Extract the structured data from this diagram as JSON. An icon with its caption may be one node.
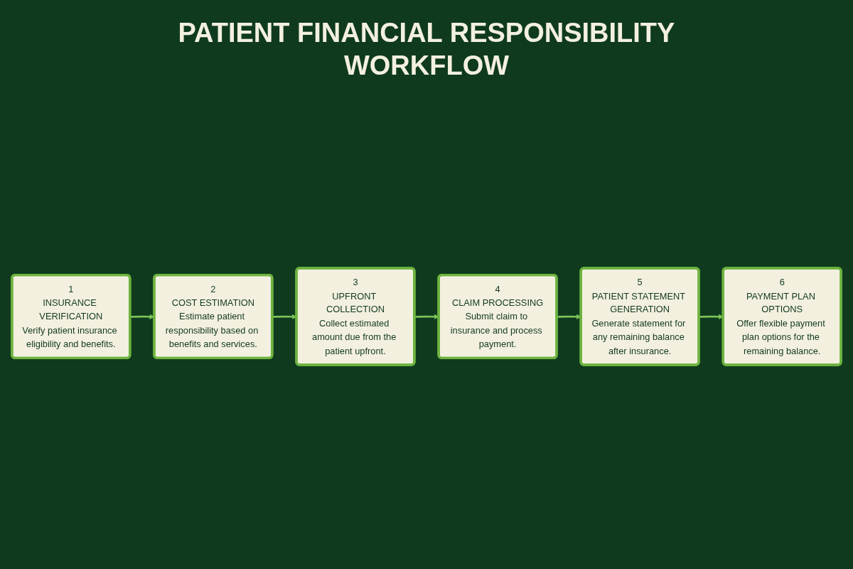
{
  "diagram": {
    "title": "PATIENT FINANCIAL RESPONSIBILITY WORKFLOW",
    "nodes": [
      {
        "text": [
          "1",
          "INSURANCE VERIFICATION",
          "Verify patient insurance eligibility and benefits."
        ]
      },
      {
        "text": [
          "2",
          "COST ESTIMATION",
          "Estimate patient responsibility based on benefits and services."
        ]
      },
      {
        "text": [
          "3",
          "UPFRONT COLLECTION",
          "Collect estimated amount due from the patient upfront."
        ]
      },
      {
        "text": [
          "4",
          "CLAIM PROCESSING",
          "Submit claim to insurance and process payment."
        ]
      },
      {
        "text": [
          "5",
          "PATIENT STATEMENT GENERATION",
          "Generate statement for any remaining balance after insurance."
        ]
      },
      {
        "text": [
          "6",
          "PAYMENT PLAN OPTIONS",
          "Offer flexible payment plan options for the remaining balance."
        ]
      }
    ],
    "edges": [
      {
        "from": 0,
        "to": 1,
        "arrow": "to"
      },
      {
        "from": 1,
        "to": 2,
        "arrow": "to"
      },
      {
        "from": 2,
        "to": 3,
        "arrow": "to"
      },
      {
        "from": 3,
        "to": 4,
        "arrow": "to"
      },
      {
        "from": 4,
        "to": 5,
        "arrow": "to"
      }
    ]
  }
}
